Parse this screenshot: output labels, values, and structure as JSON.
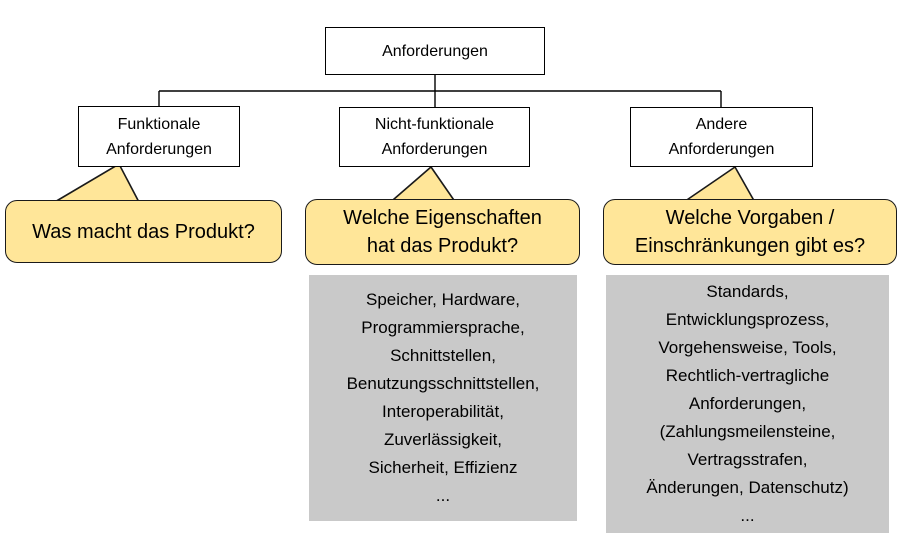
{
  "colors": {
    "background": "#FFFFFF",
    "node_fill": "#FFFFFF",
    "node_border": "#000000",
    "callout_fill": "#FFE699",
    "callout_border": "#1A1A1A",
    "detail_fill": "#C9C9C9",
    "text": "#000000"
  },
  "tree": {
    "root": {
      "label": "Anforderungen"
    },
    "children": [
      {
        "label": "Funktionale\nAnforderungen"
      },
      {
        "label": "Nicht-funktionale\nAnforderungen"
      },
      {
        "label": "Andere\nAnforderungen"
      }
    ]
  },
  "callouts": [
    {
      "text": "Was macht das Produkt?"
    },
    {
      "text": "Welche Eigenschaften\nhat das Produkt?"
    },
    {
      "text": "Welche Vorgaben /\nEinschränkungen gibt es?"
    }
  ],
  "detail_lists": [
    {
      "lines": [
        "Speicher, Hardware,",
        "Programmiersprache,",
        "Schnittstellen,",
        "Benutzungsschnittstellen,",
        "Interoperabilität,",
        "Zuverlässigkeit,",
        "Sicherheit, Effizienz",
        "..."
      ]
    },
    {
      "lines": [
        "Standards,",
        "Entwicklungsprozess,",
        "Vorgehensweise, Tools,",
        "Rechtlich-vertragliche",
        "Anforderungen,",
        "(Zahlungsmeilensteine,",
        "Vertragsstrafen,",
        "Änderungen, Datenschutz)",
        "..."
      ]
    }
  ]
}
